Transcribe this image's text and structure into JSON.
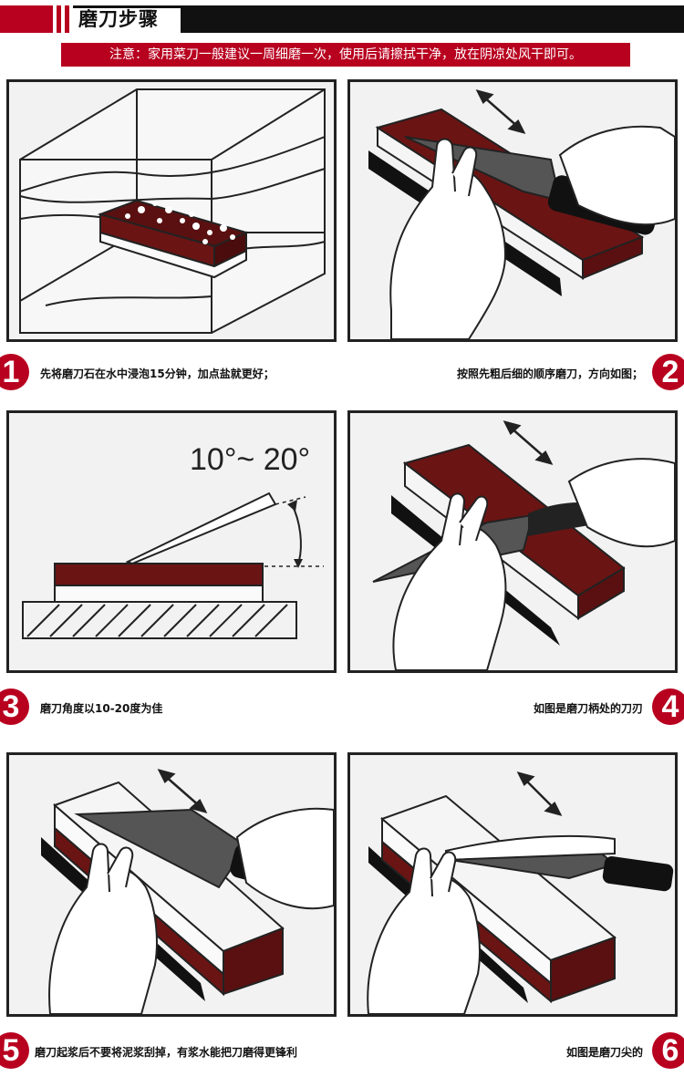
{
  "header": {
    "title": "磨刀步骤",
    "note": "注意：家用菜刀一般建议一周细磨一次，使用后请擦拭干净，放在阴凉处风干即可。"
  },
  "colors": {
    "accent": "#b8001f",
    "stone_red": "#6b1414",
    "panel_bg": "#f2f2f2",
    "line": "#222222"
  },
  "angle_label": "10°~ 20°",
  "steps": [
    {
      "number": "1",
      "text": "先将磨刀石在水中浸泡15分钟，加点盐就更好；"
    },
    {
      "number": "2",
      "text": "按照先粗后细的顺序磨刀，方向如图；"
    },
    {
      "number": "3",
      "text": "磨刀角度以10-20度为佳"
    },
    {
      "number": "4",
      "text": "如图是磨刀柄处的刀刃"
    },
    {
      "number": "5",
      "text": "磨刀起浆后不要将泥浆刮掉，有浆水能把刀磨得更锋利"
    },
    {
      "number": "6",
      "text": "如图是磨刀尖的"
    }
  ]
}
